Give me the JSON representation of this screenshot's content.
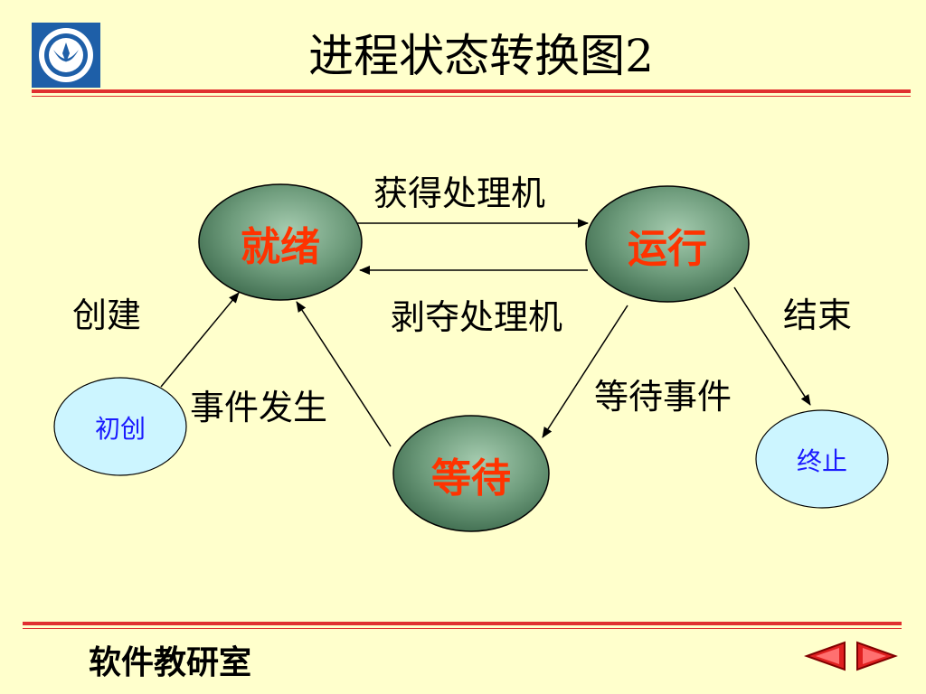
{
  "slide": {
    "title": "进程状态转换图2",
    "footer": "软件教研室"
  },
  "states": {
    "ready": "就绪",
    "running": "运行",
    "waiting": "等待",
    "initial": "初创",
    "terminated": "终止"
  },
  "transitions": {
    "dispatch": "获得处理机",
    "preempt": "剥夺处理机",
    "create": "创建",
    "finish": "结束",
    "event_occurs": "事件发生",
    "wait_event": "等待事件"
  },
  "colors": {
    "background": "#ffffcc",
    "rule": "#e03030",
    "state_text": "#ff3300",
    "small_state_text": "#1a1aff",
    "small_state_fill": "#ccf5ff",
    "nav_red": "#e02020"
  },
  "icons": {
    "logo": "university-emblem",
    "prev": "arrow-left-icon",
    "next": "arrow-right-icon"
  }
}
